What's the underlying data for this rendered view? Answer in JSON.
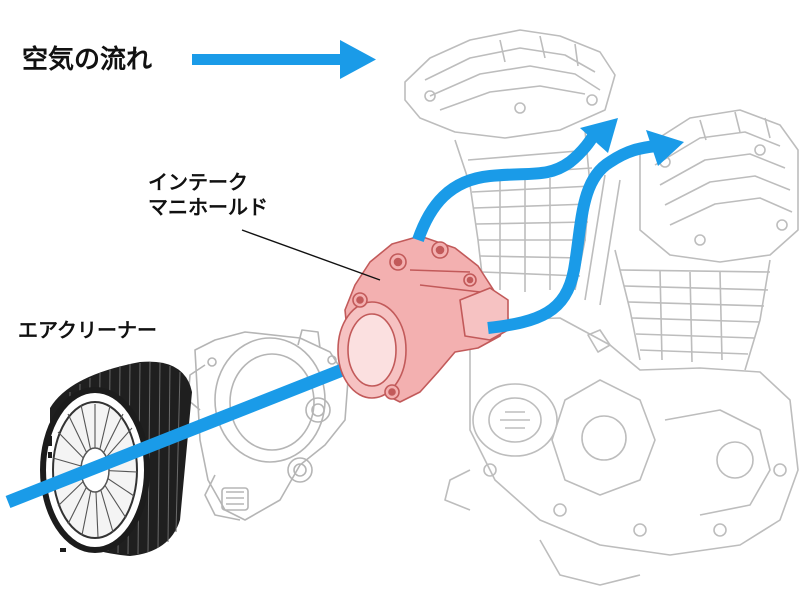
{
  "legend": {
    "title": "空気の流れ",
    "arrow_color": "#1a9be8"
  },
  "labels": {
    "intake_manifold_line1": "インテーク",
    "intake_manifold_line2": "マニホールド",
    "air_cleaner": "エアクリーナー"
  },
  "colors": {
    "flow": "#1a9be8",
    "manifold_fill": "#f3b0b0",
    "manifold_stroke": "#c25a5a",
    "line_art": "#b8b8b8",
    "filter_dark": "#1c1c1c",
    "text": "#111111"
  }
}
